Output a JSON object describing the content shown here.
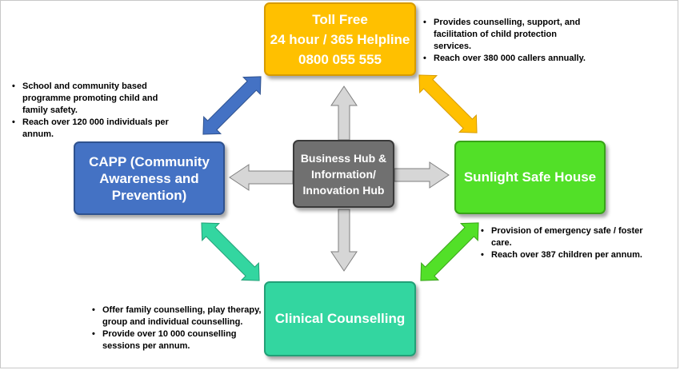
{
  "nodes": {
    "toll_free": {
      "lines": [
        "Toll Free",
        "24 hour / 365 Helpline",
        "0800 055 555"
      ]
    },
    "capp": {
      "lines": [
        "CAPP (Community",
        "Awareness and",
        "Prevention)"
      ]
    },
    "hub": {
      "lines": [
        "Business Hub &",
        "Information/",
        "Innovation Hub"
      ]
    },
    "sunlight": {
      "lines": [
        "Sunlight Safe House"
      ]
    },
    "clinical": {
      "lines": [
        "Clinical Counselling"
      ]
    }
  },
  "notes": {
    "toll_free": [
      "Provides counselling, support, and facilitation of child protection services.",
      "Reach over 380 000 callers annually."
    ],
    "capp": [
      "School and community based programme promoting child and family safety.",
      "Reach over 120 000 individuals per annum."
    ],
    "sunlight": [
      "Provision of emergency safe / foster care.",
      "Reach over 387 children per annum."
    ],
    "clinical": [
      "Offer family counselling, play therapy, group and individual counselling.",
      "Provide over 10 000 counselling sessions per annum."
    ]
  },
  "colors": {
    "toll_free": "#ffc000",
    "capp": "#4472c4",
    "hub": "#707070",
    "sunlight": "#52e028",
    "clinical": "#33d6a0",
    "hub_arrows": "#d6d6d6"
  }
}
